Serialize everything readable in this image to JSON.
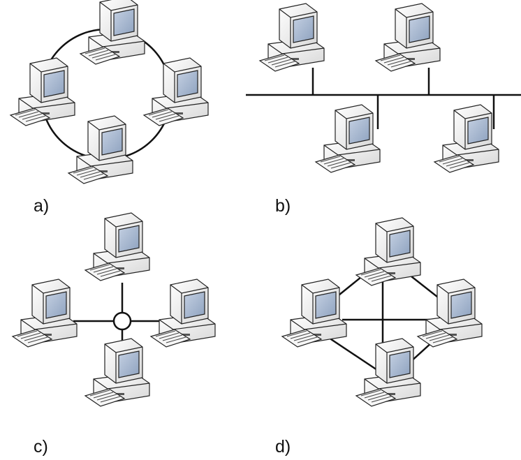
{
  "panels": [
    {
      "id": "a",
      "label": "a)",
      "topology": "ring",
      "node_count": 4,
      "links": [
        [
          "top",
          "right"
        ],
        [
          "right",
          "bottom"
        ],
        [
          "bottom",
          "left"
        ],
        [
          "left",
          "top"
        ]
      ]
    },
    {
      "id": "b",
      "label": "b)",
      "topology": "bus",
      "node_count": 4,
      "links": [
        [
          "bus",
          "pc1"
        ],
        [
          "bus",
          "pc2"
        ],
        [
          "bus",
          "pc3"
        ],
        [
          "bus",
          "pc4"
        ]
      ]
    },
    {
      "id": "c",
      "label": "c)",
      "topology": "star",
      "node_count": 4,
      "links": [
        [
          "hub",
          "top"
        ],
        [
          "hub",
          "right"
        ],
        [
          "hub",
          "bottom"
        ],
        [
          "hub",
          "left"
        ]
      ]
    },
    {
      "id": "d",
      "label": "d)",
      "topology": "mesh",
      "node_count": 4,
      "links": [
        [
          "top",
          "left"
        ],
        [
          "top",
          "right"
        ],
        [
          "top",
          "bottom"
        ],
        [
          "left",
          "right"
        ],
        [
          "left",
          "bottom"
        ],
        [
          "right",
          "bottom"
        ]
      ]
    }
  ],
  "icons": {
    "node": "desktop-computer-icon",
    "hub": "hub-icon"
  },
  "colors": {
    "line": "#111111",
    "screen": "#9fb2cc",
    "case": "#f2f2f2",
    "outline": "#222222"
  }
}
